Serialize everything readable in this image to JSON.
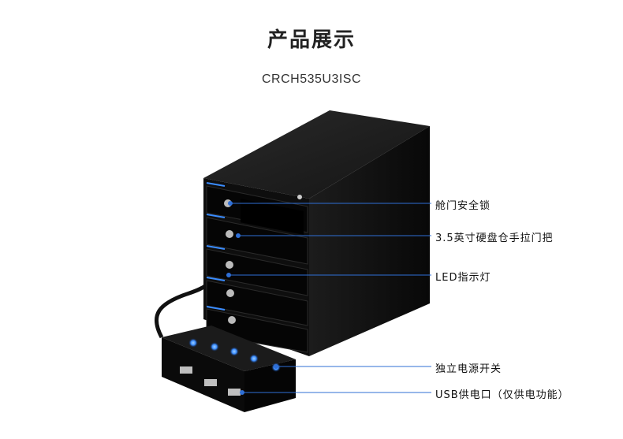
{
  "page": {
    "title": "产品展示",
    "model": "CRCH535U3ISC"
  },
  "callouts": [
    {
      "id": "hatch-lock",
      "label": "舱门安全锁"
    },
    {
      "id": "hdd-door-handle",
      "label": "3.5英寸硬盘仓手拉门把"
    },
    {
      "id": "led",
      "label": "LED指示灯"
    },
    {
      "id": "power-switch",
      "label": "独立电源开关"
    },
    {
      "id": "usb-power",
      "label": "USB供电口（仅供电功能）"
    }
  ],
  "colors": {
    "background": "#ffffff",
    "enclosure": "#111111",
    "callout_line": "#2f6fd6",
    "led": "#3a8cff"
  },
  "icons": [
    "product-photo-enclosure",
    "lock-icon",
    "led-icon",
    "usb-port-icon"
  ]
}
